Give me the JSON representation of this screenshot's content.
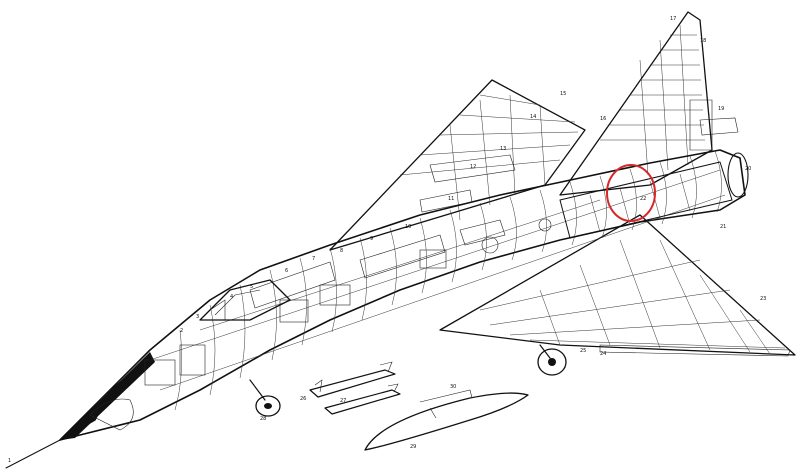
{
  "highlight": {
    "color": "#d62828"
  },
  "callouts": [
    {
      "id": "c1",
      "label": "1"
    },
    {
      "id": "c2",
      "label": "2"
    },
    {
      "id": "c3",
      "label": "3"
    },
    {
      "id": "c4",
      "label": "4"
    },
    {
      "id": "c5",
      "label": "5"
    },
    {
      "id": "c6",
      "label": "6"
    },
    {
      "id": "c7",
      "label": "7"
    },
    {
      "id": "c8",
      "label": "8"
    },
    {
      "id": "c9",
      "label": "9"
    },
    {
      "id": "c10",
      "label": "10"
    },
    {
      "id": "c11",
      "label": "11"
    },
    {
      "id": "c12",
      "label": "12"
    },
    {
      "id": "c13",
      "label": "13"
    },
    {
      "id": "c14",
      "label": "14"
    },
    {
      "id": "c15",
      "label": "15"
    },
    {
      "id": "c16",
      "label": "16"
    },
    {
      "id": "c17",
      "label": "17"
    },
    {
      "id": "c18",
      "label": "18"
    },
    {
      "id": "c19",
      "label": "19"
    },
    {
      "id": "c20",
      "label": "20"
    },
    {
      "id": "c21",
      "label": "21"
    },
    {
      "id": "c22",
      "label": "22"
    },
    {
      "id": "c23",
      "label": "23"
    },
    {
      "id": "c24",
      "label": "24"
    },
    {
      "id": "c25",
      "label": "25"
    },
    {
      "id": "c26",
      "label": "26"
    },
    {
      "id": "c27",
      "label": "27"
    },
    {
      "id": "c28",
      "label": "28"
    },
    {
      "id": "c29",
      "label": "29"
    },
    {
      "id": "c30",
      "label": "30"
    }
  ]
}
